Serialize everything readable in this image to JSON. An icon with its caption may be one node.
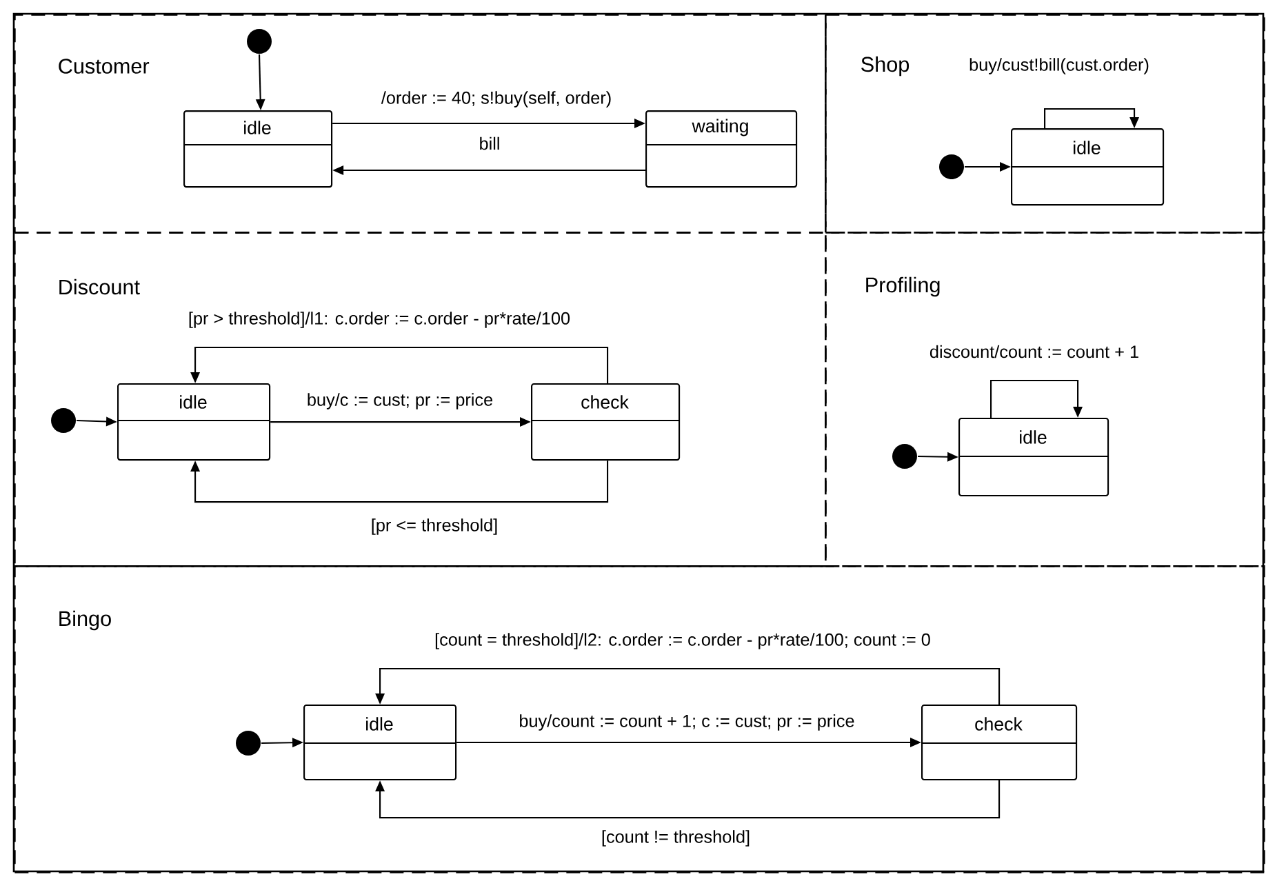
{
  "diagram": {
    "nodes": [
      {
        "text": [
          "Customer"
        ]
      },
      {
        "text": [],
        "shape": "circle",
        "in": 0
      },
      {
        "text": [
          "idle"
        ],
        "in": 0
      },
      {
        "text": [
          "waiting"
        ],
        "in": 0
      },
      {
        "text": [
          "Shop"
        ]
      },
      {
        "text": [],
        "shape": "circle",
        "in": 4
      },
      {
        "text": [
          "idle"
        ],
        "in": 4
      },
      {
        "text": [
          "Discount"
        ]
      },
      {
        "text": [],
        "shape": "circle",
        "in": 7
      },
      {
        "text": [
          "idle"
        ],
        "in": 7
      },
      {
        "text": [
          "check"
        ],
        "in": 7
      },
      {
        "text": [
          "Profiling"
        ]
      },
      {
        "text": [],
        "shape": "circle",
        "in": 11
      },
      {
        "text": [
          "idle"
        ],
        "in": 11
      },
      {
        "text": [
          "Bingo"
        ]
      },
      {
        "text": [],
        "shape": "circle",
        "in": 14
      },
      {
        "text": [
          "idle"
        ],
        "in": 14
      },
      {
        "text": [
          "check"
        ],
        "in": 14
      }
    ],
    "edges": [
      {
        "from": 1,
        "to": 2,
        "arrow": "to"
      },
      {
        "from": 2,
        "to": 3,
        "arrow": "to",
        "label": "/order := 40; s!buy(self, order)"
      },
      {
        "from": 3,
        "to": 2,
        "arrow": "to",
        "label": "bill"
      },
      {
        "from": 5,
        "to": 6,
        "arrow": "to"
      },
      {
        "from": 6,
        "to": 6,
        "arrow": "to",
        "label": "buy/cust!bill(cust.order)"
      },
      {
        "from": 8,
        "to": 9,
        "arrow": "to"
      },
      {
        "from": 9,
        "to": 10,
        "arrow": "to",
        "label": "buy/c := cust; pr := price"
      },
      {
        "from": 10,
        "to": 9,
        "arrow": "to",
        "label": "[pr > threshold]/l1: c.order := c.order - pr*rate/100"
      },
      {
        "from": 10,
        "to": 9,
        "arrow": "to",
        "label": "[pr <= threshold]"
      },
      {
        "from": 12,
        "to": 13,
        "arrow": "to"
      },
      {
        "from": 13,
        "to": 13,
        "arrow": "to",
        "label": "discount/count := count + 1"
      },
      {
        "from": 15,
        "to": 16,
        "arrow": "to"
      },
      {
        "from": 16,
        "to": 17,
        "arrow": "to",
        "label": "buy/count := count + 1; c := cust; pr := price"
      },
      {
        "from": 17,
        "to": 16,
        "arrow": "to",
        "label": "[count = threshold]/l2: c.order := c.order - pr*rate/100; count := 0"
      },
      {
        "from": 17,
        "to": 16,
        "arrow": "to",
        "label": "[count != threshold]"
      }
    ]
  }
}
